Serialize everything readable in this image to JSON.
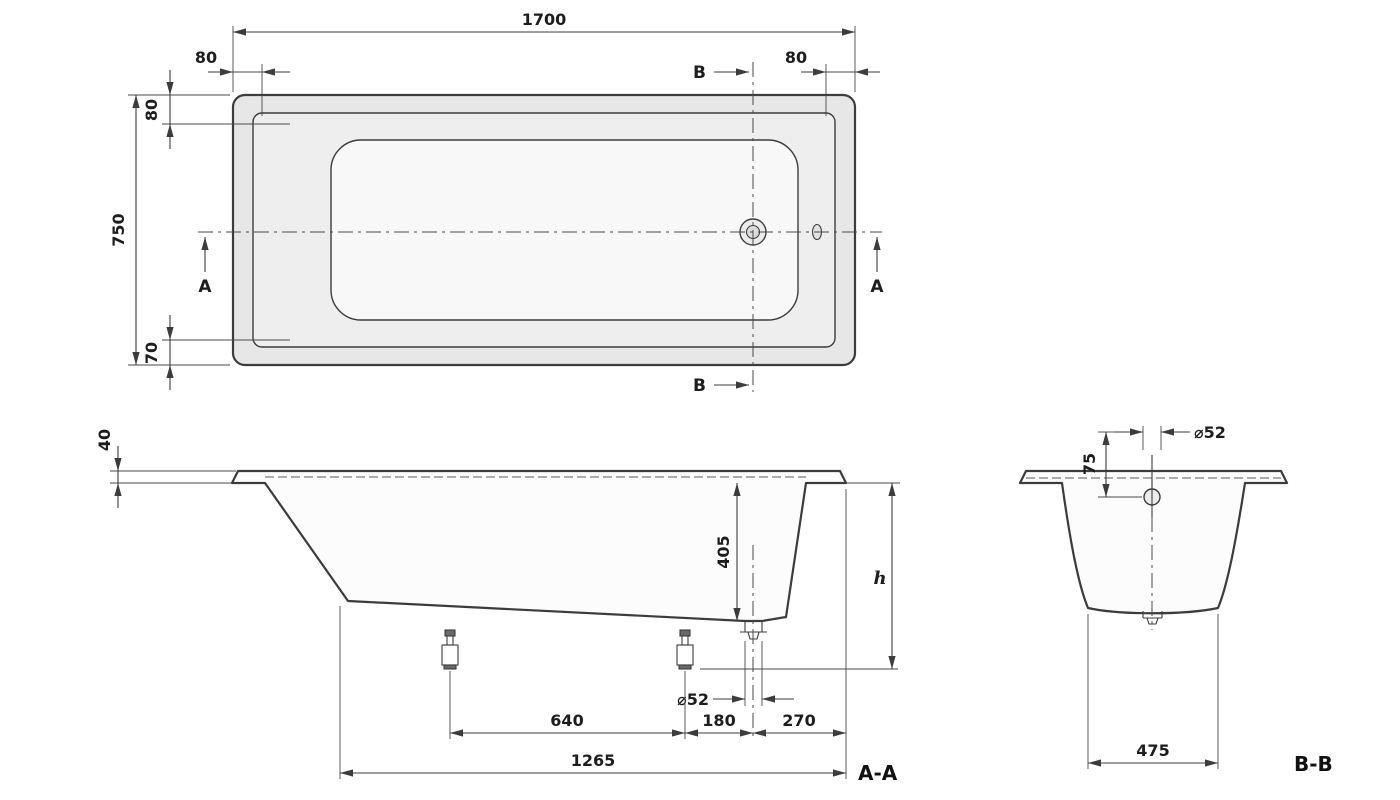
{
  "drawing": {
    "type": "bathtub technical installation drawing",
    "views": {
      "top": {
        "length": "1700",
        "width": "750",
        "rim_offset_left": "80",
        "rim_offset_right": "80",
        "rim_offset_top": "80",
        "rim_offset_bottom": "70",
        "section_a": "A",
        "section_b": "B"
      },
      "side": {
        "rim_thickness": "40",
        "depth_to_drain": "405",
        "height": "h",
        "drain_diameter": "⌀52",
        "foot_spacing": "640",
        "foot_to_drain": "180",
        "drain_to_end": "270",
        "foot_span_overall": "1265",
        "section_label": "A-A"
      },
      "end": {
        "drain_diameter": "⌀52",
        "drain_offset_top": "75",
        "bottom_width": "475",
        "section_label": "B-B"
      }
    }
  }
}
